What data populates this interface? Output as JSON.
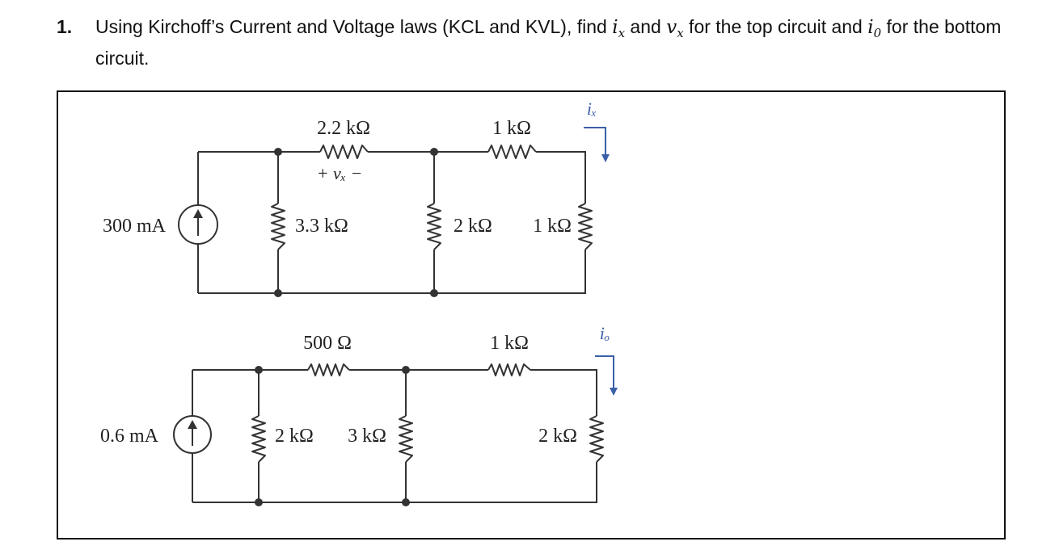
{
  "question": {
    "number": "1.",
    "text_part1": "Using Kirchoff’s Current and Voltage laws (KCL and KVL), find ",
    "ix_base": "i",
    "ix_sub": "x",
    "text_and": " and ",
    "vx_base": "v",
    "vx_sub": "x",
    "text_part2": " for the top circuit and ",
    "io_base": "i",
    "io_sub": "0",
    "text_part3": " for the bottom circuit."
  },
  "top_circuit": {
    "source_label": "300 mA",
    "r_series1_label": "2.2 kΩ",
    "vx_label": "+ vₓ −",
    "r_shunt1_label": "3.3 kΩ",
    "r_shunt2_label": "2 kΩ",
    "r_series2_label": "1 kΩ",
    "r_shunt3_label": "1 kΩ",
    "current_label": "iₓ"
  },
  "bottom_circuit": {
    "source_label": "0.6 mA",
    "r_series1_label": "500 Ω",
    "r_shunt1_label": "2 kΩ",
    "r_shunt2_label": "3 kΩ",
    "r_series2_label": "1 kΩ",
    "r_shunt3_label": "2 kΩ",
    "current_label": "iₒ"
  },
  "colors": {
    "wire": "#333333",
    "annotation": "#3b5fa8"
  }
}
